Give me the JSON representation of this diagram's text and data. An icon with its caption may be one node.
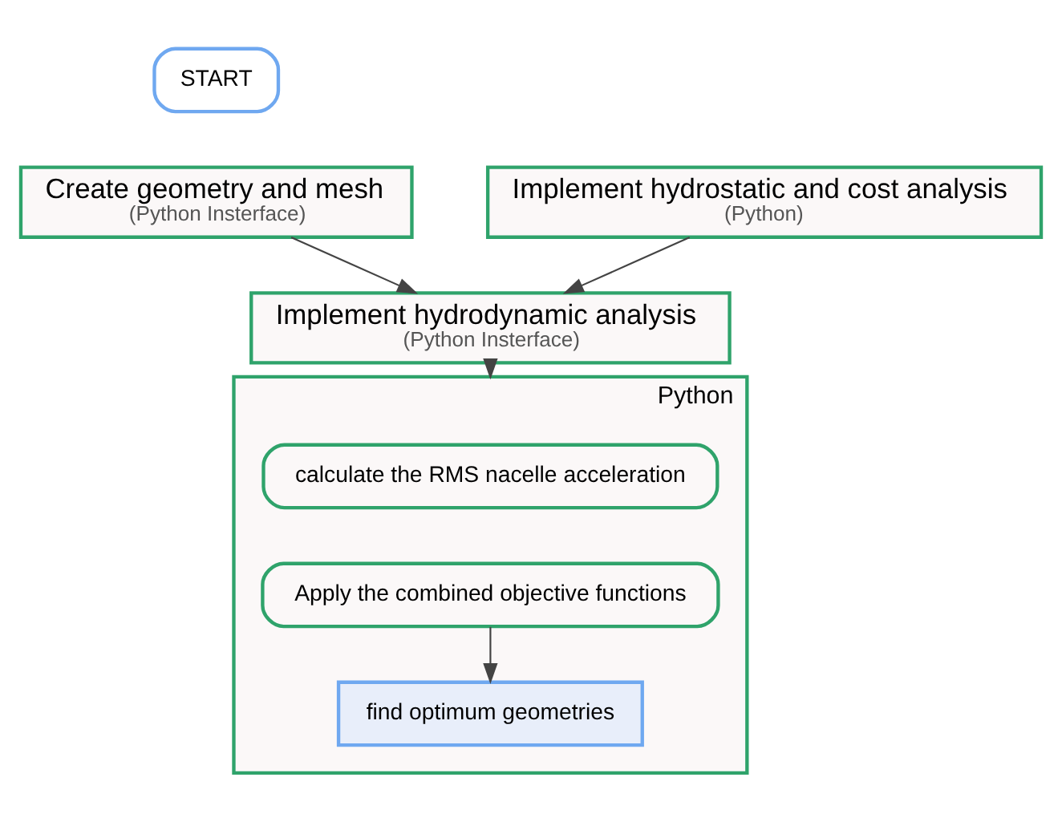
{
  "diagram": {
    "nodes": [
      {
        "text": [
          "START"
        ]
      },
      {
        "text": [
          "Create geometry and mesh",
          "(Python Insterface)"
        ]
      },
      {
        "text": [
          "Implement hydrostatic and cost analysis",
          "(Python)"
        ]
      },
      {
        "text": [
          "Implement hydrodynamic analysis",
          "(Python Insterface)"
        ]
      },
      {
        "text": [
          "Python"
        ]
      },
      {
        "text": [
          "calculate the RMS nacelle acceleration"
        ],
        "in": 4
      },
      {
        "text": [
          "Apply the combined objective functions"
        ],
        "in": 4
      },
      {
        "text": [
          "find optimum geometries"
        ],
        "in": 4
      }
    ],
    "edges": [
      {
        "from": 1,
        "to": 3,
        "arrow": "to"
      },
      {
        "from": 2,
        "to": 3,
        "arrow": "to"
      },
      {
        "from": 3,
        "to": 4,
        "arrow": "to"
      },
      {
        "from": 6,
        "to": 7,
        "arrow": "to"
      }
    ]
  }
}
